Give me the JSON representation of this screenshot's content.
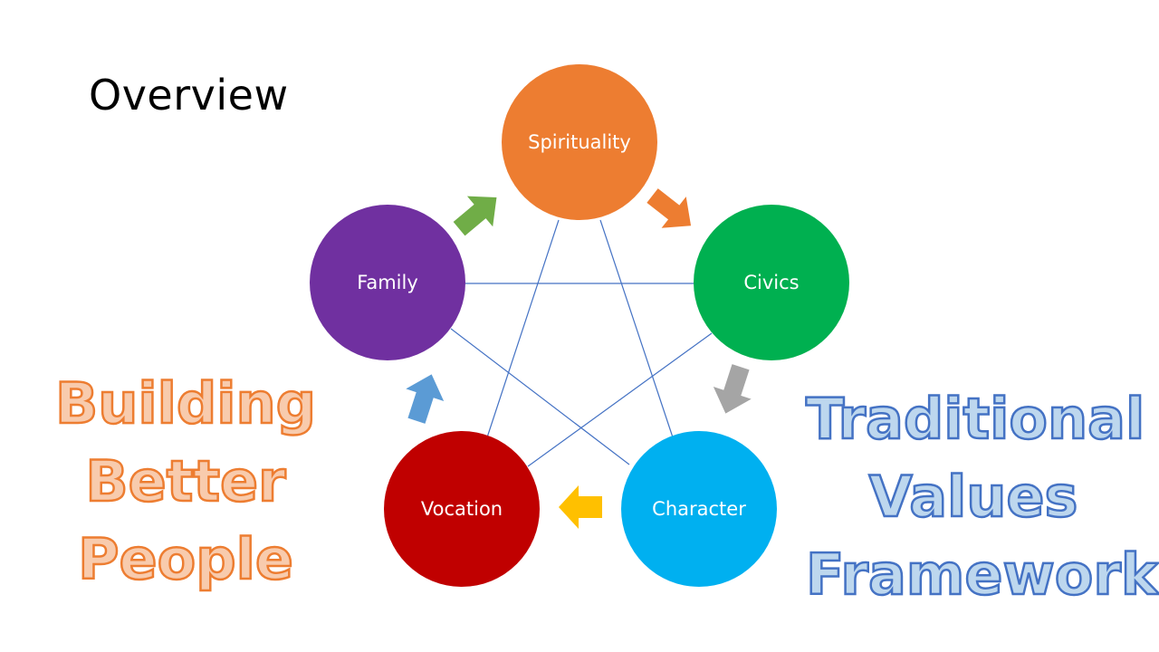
{
  "title": "Overview",
  "nodes": {
    "spirituality": "Spirituality",
    "civics": "Civics",
    "character": "Character",
    "vocation": "Vocation",
    "family": "Family"
  },
  "left_slogan": [
    "Building",
    "Better",
    "People"
  ],
  "right_slogan": [
    "Traditional",
    "Values",
    "Framework"
  ],
  "colors": {
    "spirituality": "#ED7D31",
    "civics": "#00B050",
    "character": "#00B0F0",
    "vocation": "#C00000",
    "family": "#7030A0",
    "arrow_family_to_spirituality": "#70AD47",
    "arrow_spirituality_to_civics": "#ED7D31",
    "arrow_civics_to_character": "#A5A5A5",
    "arrow_character_to_vocation": "#FFC000",
    "arrow_vocation_to_family": "#5B9BD5",
    "connector": "#4472C4"
  },
  "icons": {
    "arrows": [
      "arrow-right-icon",
      "arrow-right-icon",
      "arrow-down-icon",
      "arrow-left-icon",
      "arrow-up-icon"
    ]
  }
}
